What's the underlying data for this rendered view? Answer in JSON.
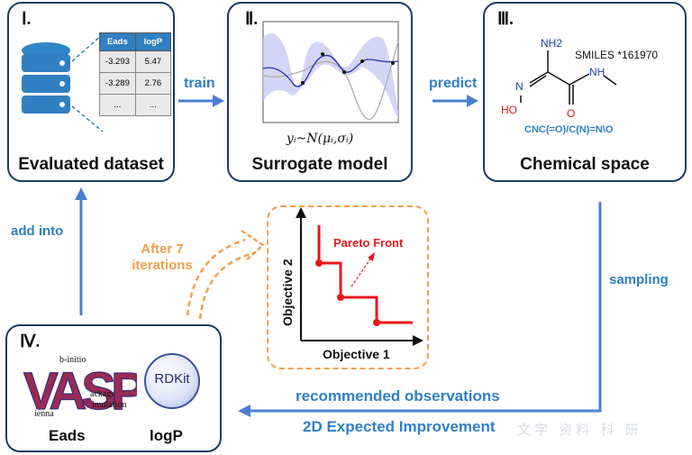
{
  "panels": {
    "p1": {
      "numeral": "Ⅰ.",
      "caption": "Evaluated dataset"
    },
    "p2": {
      "numeral": "Ⅱ.",
      "caption": "Surrogate model",
      "formula": "yᵢ~N(μᵢ,σᵢ)"
    },
    "p3": {
      "numeral": "Ⅲ.",
      "caption": "Chemical space"
    },
    "p4": {
      "numeral": "Ⅳ."
    }
  },
  "table": {
    "headers": [
      "Eads",
      "logP"
    ],
    "rows": [
      [
        "-3.293",
        "5.47"
      ],
      [
        "-3.289",
        "2.76"
      ],
      [
        "...",
        "..."
      ]
    ]
  },
  "molecule": {
    "smiles_id": "SMILES *161970",
    "smiles": "CNC(=O)/C(N)=N\\O",
    "atoms": {
      "nh2": "NH2",
      "n": "N",
      "ho": "HO",
      "nh": "NH",
      "o": "O"
    }
  },
  "flows": {
    "train": "train",
    "predict": "predict",
    "sampling": "sampling",
    "add_into": "add into",
    "recommended": "recommended observations",
    "improvement": "2D Expected Improvement",
    "after": "After 7 iterations"
  },
  "pareto": {
    "title": "Pareto Front",
    "xlabel": "Objective 1",
    "ylabel": "Objective 2"
  },
  "tools": {
    "vasp": {
      "logo": "VASP",
      "lines": [
        "b-initio",
        "ackage",
        "imulation",
        "ienna"
      ],
      "label": "Eads"
    },
    "rdkit": {
      "logo": "RDKit",
      "label": "logP"
    }
  },
  "watermark": "文字 资料 科 研"
}
